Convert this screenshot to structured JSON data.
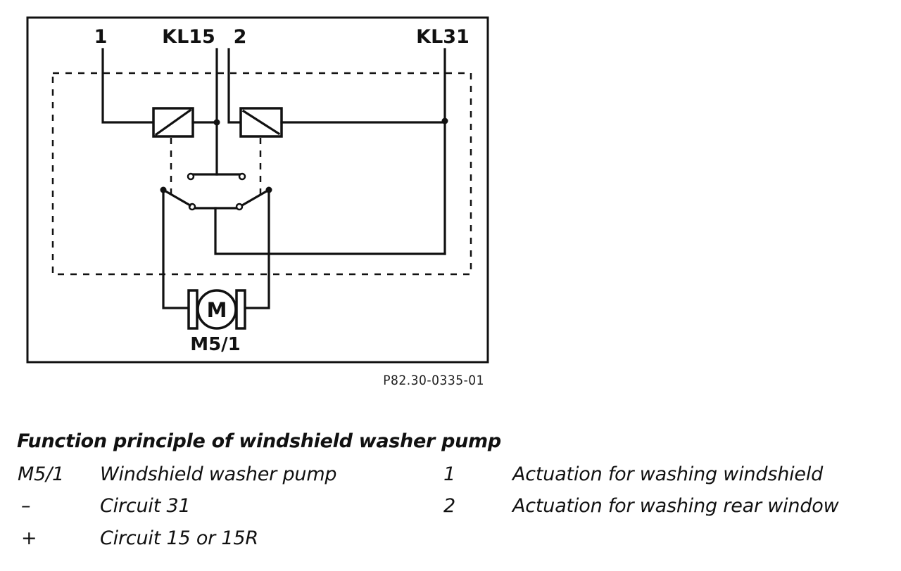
{
  "diagram": {
    "terminals": {
      "t1": "1",
      "kl15": "KL15",
      "t2": "2",
      "kl31": "KL31"
    },
    "motor": {
      "symbol": "M",
      "label": "M5/1"
    },
    "reference_code": "P82.30-0335-01"
  },
  "legend": {
    "title": "Function principle of windshield washer pump",
    "left": [
      {
        "key": "M5/1",
        "desc": "Windshield washer pump"
      },
      {
        "key": "–",
        "desc": "Circuit 31"
      },
      {
        "key": "+",
        "desc": "Circuit 15 or 15R"
      }
    ],
    "right": [
      {
        "key": "1",
        "desc": "Actuation for washing windshield"
      },
      {
        "key": "2",
        "desc": "Actuation for washing rear window"
      }
    ]
  }
}
